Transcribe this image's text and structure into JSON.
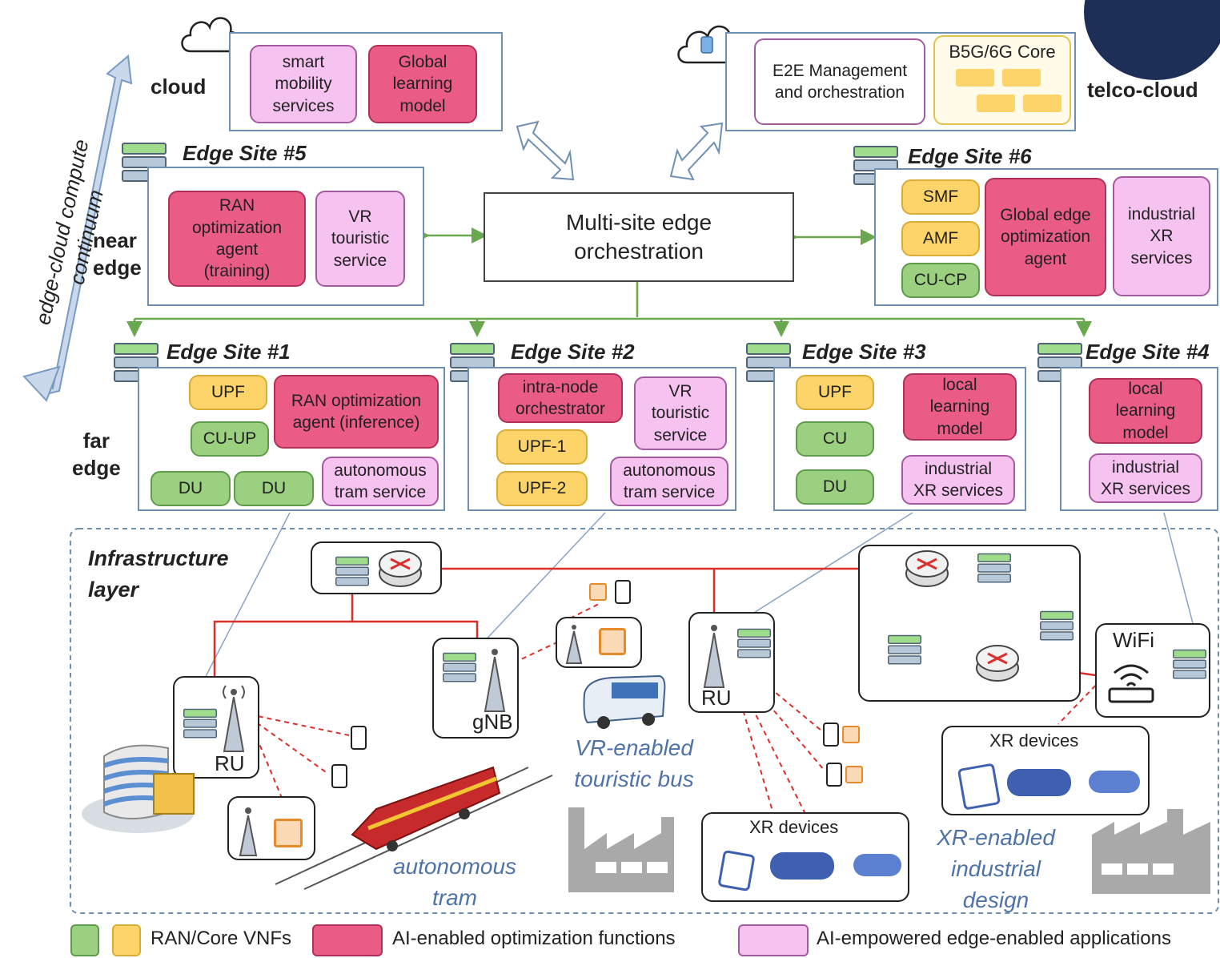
{
  "continuum_label": "edge-cloud compute continuum",
  "tiers": {
    "cloud": "cloud",
    "near_edge": "near\nedge",
    "far_edge": "far\nedge"
  },
  "cloud": {
    "boxes": [
      "smart\nmobility\nservices",
      "Global\nlearning\nmodel"
    ]
  },
  "telco_cloud": {
    "label": "telco-cloud",
    "mgmt": "E2E Management\nand orchestration",
    "core": "B5G/6G Core"
  },
  "orchestrator": "Multi-site edge\norchestration",
  "edge5": {
    "title": "Edge Site #5",
    "ran_agent": "RAN\noptimization\nagent\n(training)",
    "vr": "VR\ntouristic\nservice"
  },
  "edge6": {
    "title": "Edge Site #6",
    "smf": "SMF",
    "amf": "AMF",
    "cucp": "CU-CP",
    "global_agent": "Global edge\noptimization\nagent",
    "xr": "industrial\nXR\nservices"
  },
  "edge1": {
    "title": "Edge Site #1",
    "upf": "UPF",
    "cuup": "CU-UP",
    "du1": "DU",
    "du2": "DU",
    "ran_agent": "RAN optimization\nagent (inference)",
    "tram": "autonomous\ntram service"
  },
  "edge2": {
    "title": "Edge Site #2",
    "orch": "intra-node\norchestrator",
    "upf1": "UPF-1",
    "upf2": "UPF-2",
    "vr": "VR\ntouristic\nservice",
    "tram": "autonomous\ntram service"
  },
  "edge3": {
    "title": "Edge Site #3",
    "upf": "UPF",
    "cu": "CU",
    "du": "DU",
    "llm": "local\nlearning\nmodel",
    "xr": "industrial\nXR services"
  },
  "edge4": {
    "title": "Edge Site #4",
    "llm": "local\nlearning\nmodel",
    "xr": "industrial\nXR services"
  },
  "infra": {
    "title": "Infrastructure\nlayer",
    "ru_left": "RU",
    "gnb": "gNB",
    "ru_mid": "RU",
    "wifi": "WiFi",
    "xr_devices_1": "XR devices",
    "xr_devices_2": "XR devices",
    "cap_bus": "VR-enabled\ntouristic bus",
    "cap_tram": "autonomous\ntram",
    "cap_xr": "XR-enabled\nindustrial\ndesign"
  },
  "legend": {
    "vnf": "RAN/Core VNFs",
    "ai": "AI-enabled optimization functions",
    "apps": "AI-empowered edge-enabled applications"
  },
  "colors": {
    "ai": "#ea5b86",
    "app": "#f6c3f1",
    "yellow": "#fcd46a",
    "green": "#9ad07f",
    "link": "#d9302c",
    "ctrl": "#6aa84f",
    "frame": "#6f8fb3"
  },
  "icons": [
    "cloud-icon",
    "server-rack-icon",
    "router-icon",
    "antenna-tower-icon",
    "chip-icon",
    "smartphone-icon",
    "bus-icon",
    "tram-icon",
    "building-icon",
    "factory-icon",
    "wifi-router-icon",
    "vr-headset-icon",
    "seal-logo"
  ]
}
